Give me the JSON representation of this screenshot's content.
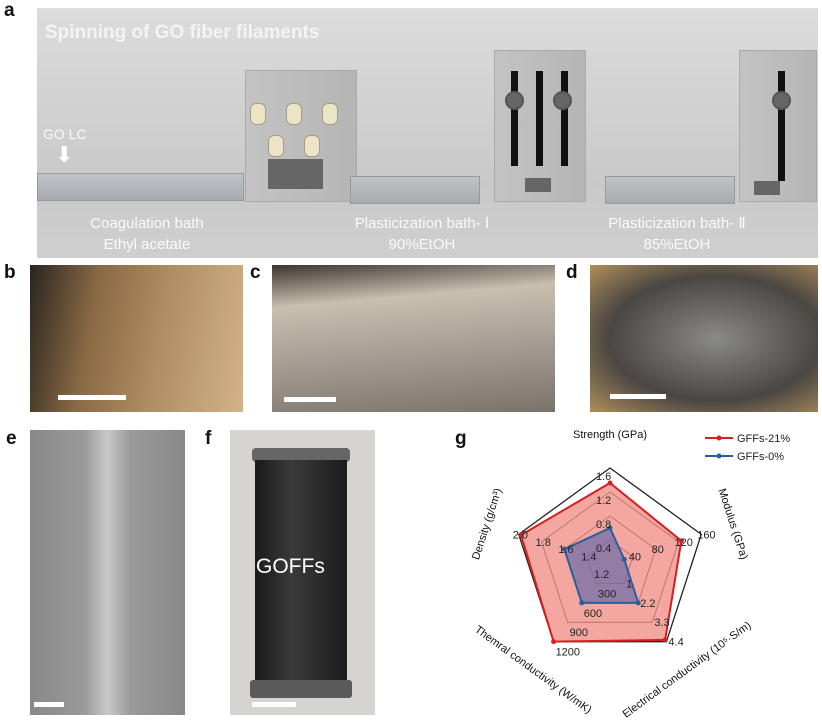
{
  "panels": {
    "a": "a",
    "b": "b",
    "c": "c",
    "d": "d",
    "e": "e",
    "f": "f",
    "g": "g"
  },
  "schematic": {
    "title": "Spinning of GO fiber filaments",
    "input_label": "GO LC",
    "stages": [
      {
        "line1": "Coagulation bath",
        "line2": "Ethyl acetate"
      },
      {
        "line1": "Plasticization bath- Ⅰ",
        "line2": "90%EtOH"
      },
      {
        "line1": "Plasticization bath- Ⅱ",
        "line2": "85%EtOH"
      }
    ]
  },
  "spool_label": "GOFFs",
  "chart_data": {
    "type": "radar",
    "axes": [
      {
        "name": "Strength (GPa)",
        "range": [
          0,
          1.6
        ],
        "ticks": [
          "0.4",
          "0.8",
          "1.2",
          "1.6"
        ]
      },
      {
        "name": "Modulus (GPa)",
        "range": [
          0,
          160
        ],
        "ticks": [
          "40",
          "80",
          "120",
          "160"
        ]
      },
      {
        "name": "Electrical conductivity (10⁵·S/m)",
        "range": [
          0,
          4.4
        ],
        "ticks": [
          "1",
          "2.2",
          "3.3",
          "4.4"
        ]
      },
      {
        "name": "Themral conductivity (W/mK)",
        "range": [
          0,
          1200
        ],
        "ticks": [
          "300",
          "600",
          "900",
          "1200"
        ]
      },
      {
        "name": "Density (g/cm³)",
        "range": [
          1.2,
          2.0
        ],
        "ticks": [
          "1.4",
          "1.6",
          "1.8",
          "2.0"
        ],
        "center_label": "1.2"
      }
    ],
    "series": [
      {
        "name": "GFFs-21%",
        "color": "#d42020",
        "fill": "#f08a80",
        "values": [
          1.35,
          125,
          4.3,
          1200,
          1.98
        ]
      },
      {
        "name": "GFFs-0%",
        "color": "#2a5d9a",
        "fill": "#6a6aa8",
        "values": [
          0.6,
          25,
          2.2,
          600,
          1.6
        ]
      }
    ],
    "legend": "top-right"
  }
}
